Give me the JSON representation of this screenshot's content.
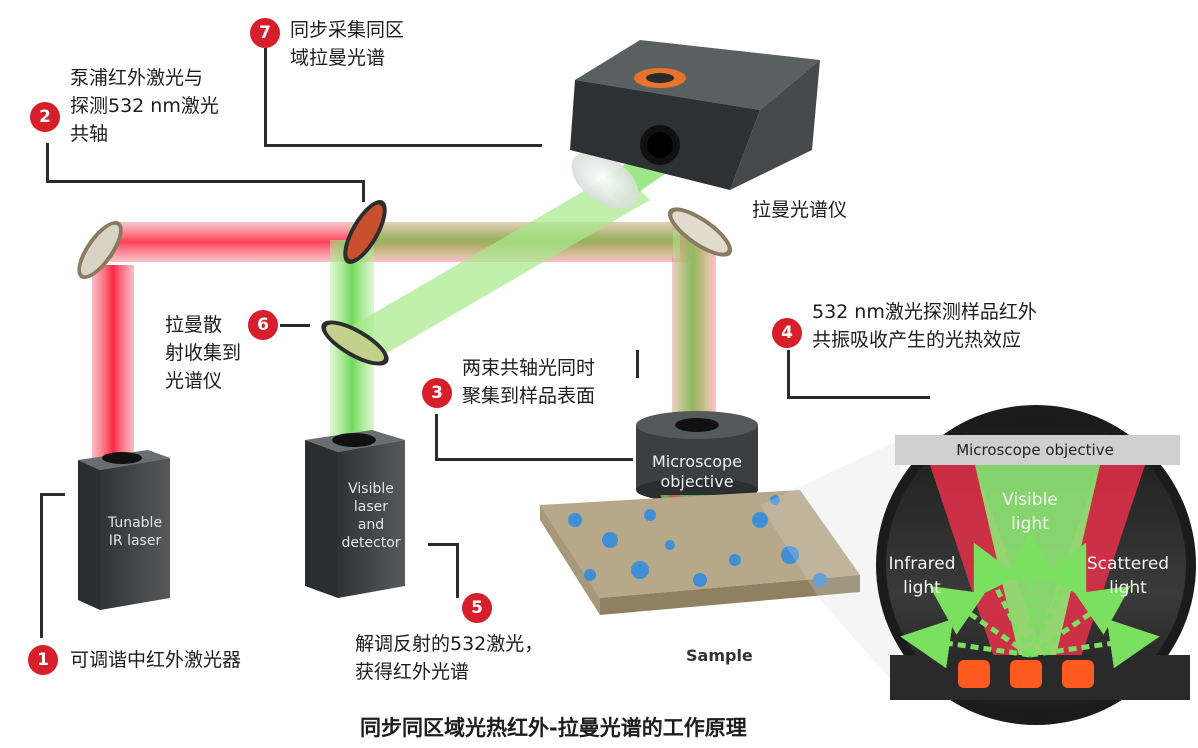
{
  "caption": "同步同区域光热红外-拉曼光谱的工作原理",
  "steps": [
    {
      "num": "1",
      "text": "可调谐中红外激光器"
    },
    {
      "num": "2",
      "text": "泵浦红外激光与\n探测532 nm激光\n共轴"
    },
    {
      "num": "3",
      "text": "两束共轴光同时\n聚集到样品表面"
    },
    {
      "num": "4",
      "text": "532 nm激光探测样品红外\n共振吸收产生的光热效应"
    },
    {
      "num": "5",
      "text": "解调反射的532激光，\n获得红外光谱"
    },
    {
      "num": "6",
      "text": "拉曼散\n射收集到\n光谱仪"
    },
    {
      "num": "7",
      "text": "同步采集同区\n域拉曼光谱"
    }
  ],
  "components": {
    "ir_laser": "Tunable\nIR laser",
    "visible_laser": "Visible\nlaser\nand\ndetector",
    "objective": "Microscope\nobjective",
    "spectrometer": "拉曼光谱仪",
    "sample": "Sample"
  },
  "inset": {
    "title": "Microscope objective",
    "visible": "Visible\nlight",
    "infrared": "Infrared\nlight",
    "scattered": "Scattered\nlight"
  },
  "colors": {
    "ir_beam": "#f0304a",
    "visible_beam": "#7fe06a",
    "badge": "#d61f2b"
  }
}
